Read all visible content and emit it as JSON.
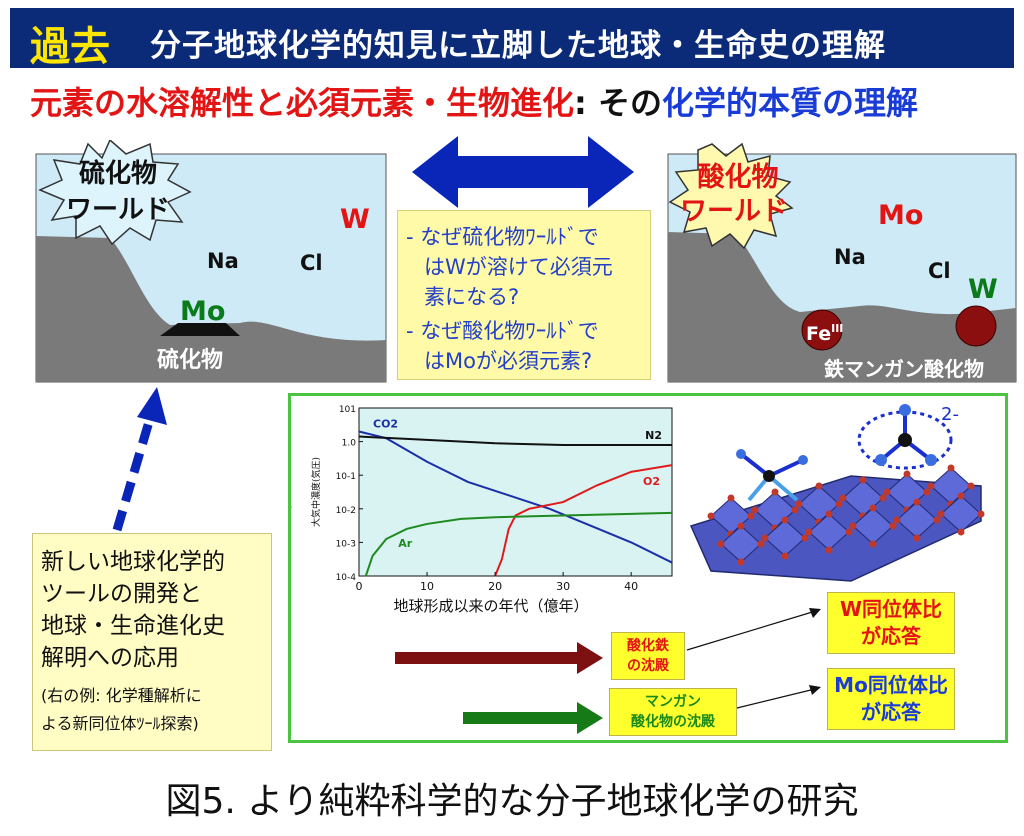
{
  "header": {
    "tag": "過去",
    "title": "分子地球化学的知見に立脚した地球・生命史の理解"
  },
  "subtitle": {
    "part1": "元素の水溶解性と必須元素・生物進化",
    "part2": ": その",
    "part3": "化学的本質の理解"
  },
  "left_world": {
    "burst_line1": "硫化物",
    "burst_line2": "ワールド",
    "el_w": "W",
    "el_na": "Na",
    "el_cl": "Cl",
    "el_mo": "Mo",
    "deposit_label": "硫化物"
  },
  "right_world": {
    "burst_line1": "酸化物",
    "burst_line2": "ワールド",
    "el_mo": "Mo",
    "el_na": "Na",
    "el_cl": "Cl",
    "el_w": "W",
    "fe_label": "Fe",
    "fe_sup": "III",
    "deposit_label": "鉄マンガン酸化物"
  },
  "questions": [
    "- なぜ硫化物ﾜｰﾙﾄﾞで",
    "はWが溶けて必須元",
    "素になる?",
    "- なぜ酸化物ﾜｰﾙﾄﾞで",
    "はMoが必須元素?"
  ],
  "new_tools": {
    "lines": [
      "新しい地球化学的",
      "ツールの開発と",
      "地球・生命進化史",
      "解明への応用"
    ],
    "note_lines": [
      "(右の例: 化学種解析に",
      "よる新同位体ﾂｰﾙ探索)"
    ]
  },
  "chart_data": {
    "type": "line",
    "ylabel": "大気中濃度(気圧)",
    "xlabel": "地球形成以来の年代（億年）",
    "xlim": [
      0,
      46
    ],
    "ylim_log10": [
      -4,
      1
    ],
    "x_ticks": [
      "0",
      "10",
      "20",
      "30",
      "40"
    ],
    "y_ticks": [
      "10-4",
      "10-3",
      "10-2",
      "10-1",
      "1.0",
      "101"
    ],
    "series": [
      {
        "name": "CO2",
        "x": [
          0,
          4,
          10,
          16,
          22,
          28,
          34,
          40,
          46
        ],
        "y": [
          0.3,
          0.1,
          -0.6,
          -1.2,
          -1.6,
          -2.0,
          -2.5,
          -3.0,
          -3.6
        ]
      },
      {
        "name": "N2",
        "x": [
          0,
          10,
          20,
          30,
          46
        ],
        "y": [
          0.15,
          0.05,
          -0.05,
          -0.1,
          -0.1
        ]
      },
      {
        "name": "O2",
        "x": [
          20,
          21,
          22,
          23,
          25,
          30,
          35,
          40,
          46
        ],
        "y": [
          -4.0,
          -3.5,
          -2.6,
          -2.2,
          -2.0,
          -1.8,
          -1.3,
          -0.9,
          -0.7
        ]
      },
      {
        "name": "Ar",
        "x": [
          1,
          2,
          4,
          7,
          10,
          15,
          20,
          30,
          40,
          46
        ],
        "y": [
          -4.0,
          -3.4,
          -2.9,
          -2.6,
          -2.45,
          -2.3,
          -2.25,
          -2.2,
          -2.15,
          -2.12
        ]
      }
    ]
  },
  "molecule": {
    "charge": "2-"
  },
  "flow": {
    "fe_box": [
      "酸化鉄",
      "の沈殿"
    ],
    "mn_box": [
      "マンガン",
      "酸化物の沈殿"
    ],
    "w_result": [
      "W同位体比",
      "が応答"
    ],
    "mo_result": [
      "Mo同位体比",
      "が応答"
    ]
  },
  "caption": "図5. より純粋科学的な分子地球化学の研究",
  "colors": {
    "header_bg": "#0b2b78",
    "water": "#cdeaf6",
    "rock": "#7a7a7a",
    "panel_border": "#4ac43e",
    "arrow_blue": "#0a26b8"
  }
}
